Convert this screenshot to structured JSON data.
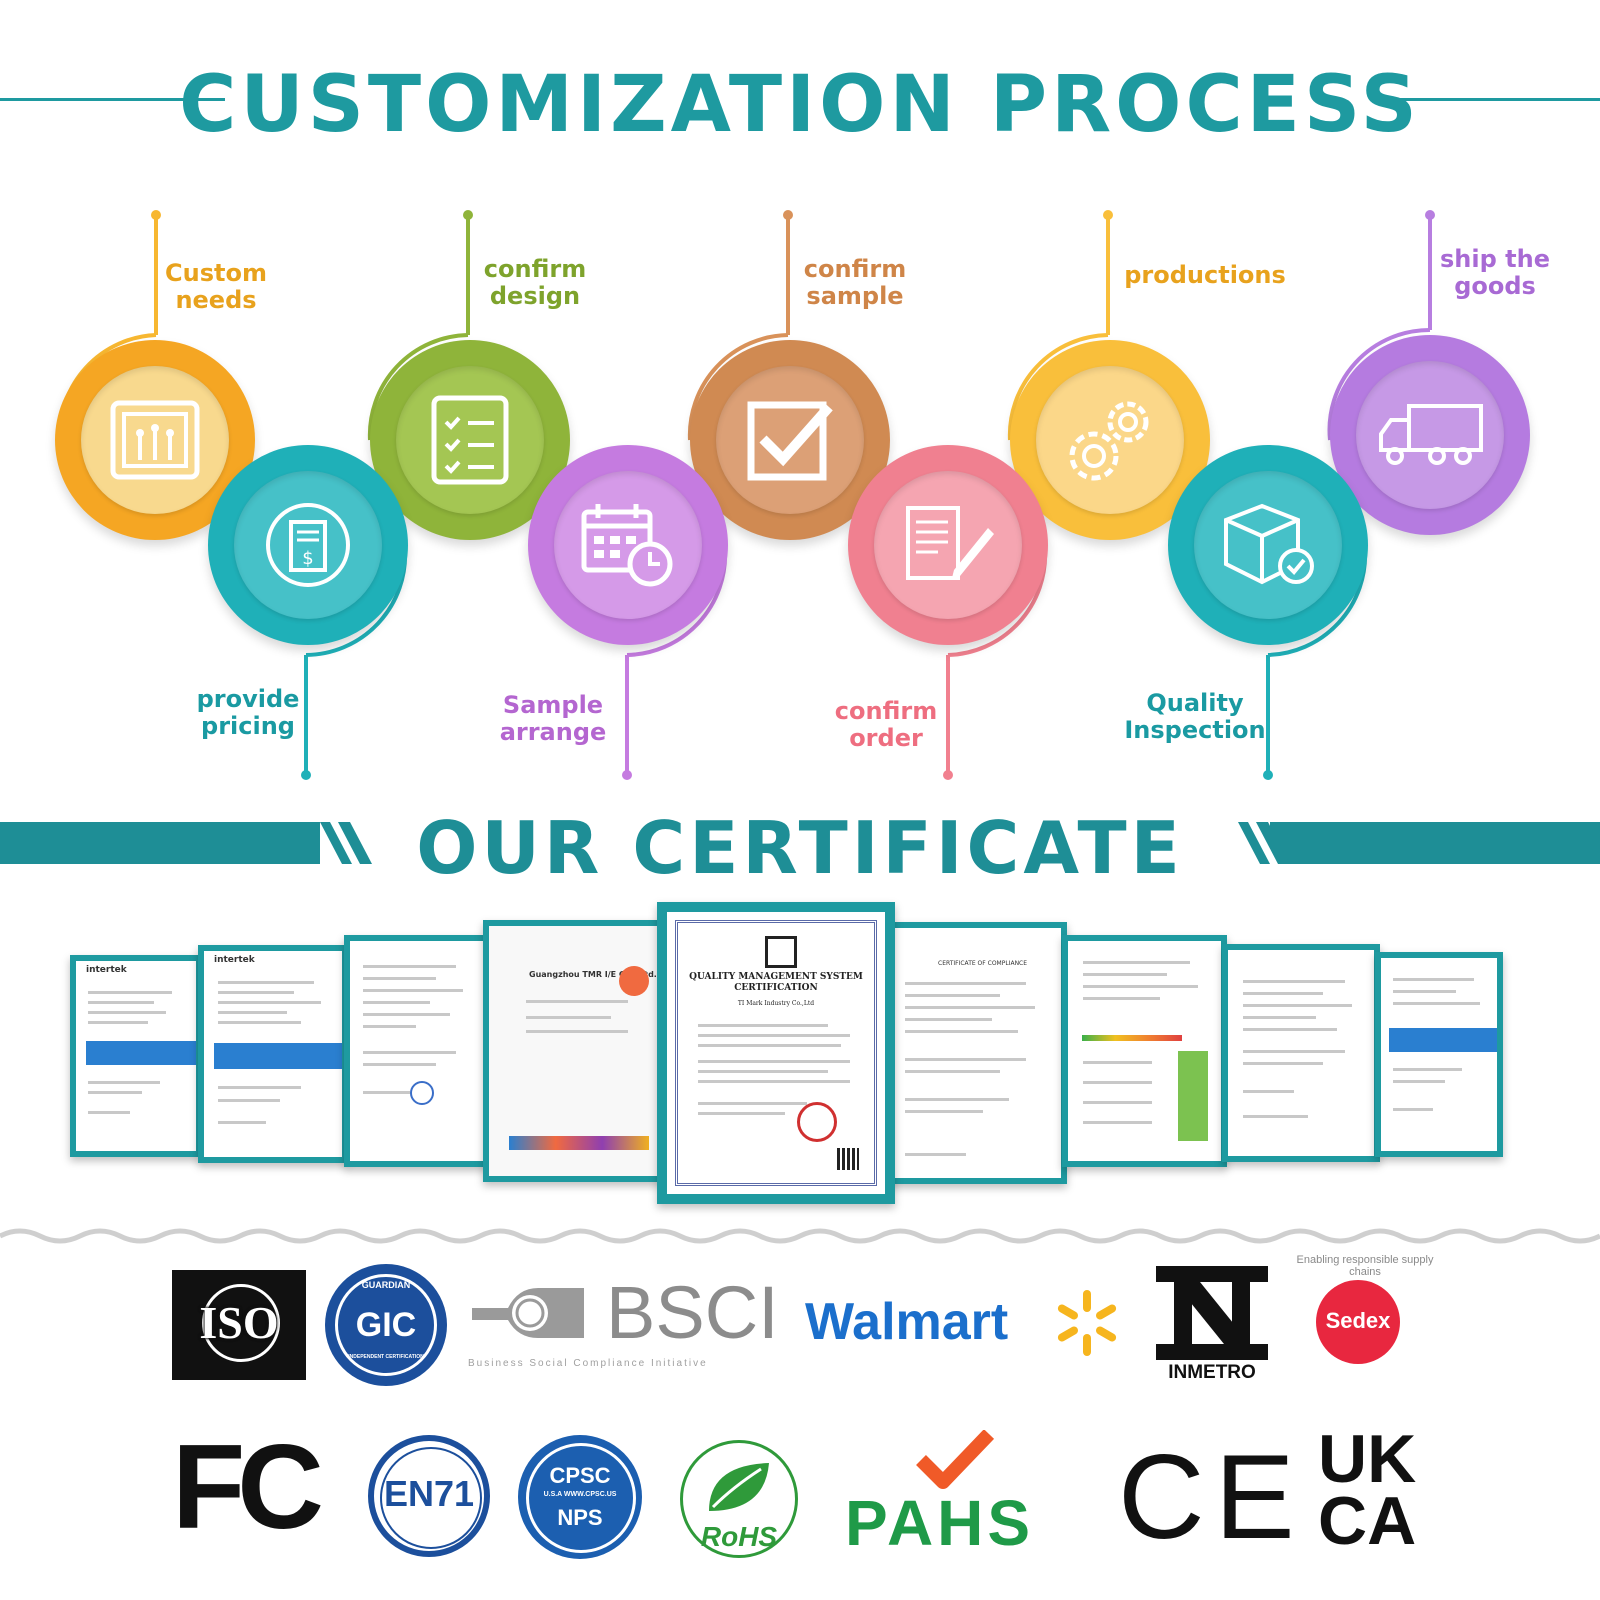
{
  "process": {
    "title": "CUSTOMIZATION PROCESS",
    "steps": [
      {
        "label": "Custom\nneeds",
        "color": "#f7b731",
        "icon": "tray-icon"
      },
      {
        "label": "provide\npricing",
        "color": "#1fb0b8",
        "icon": "price-list-icon"
      },
      {
        "label": "confirm\ndesign",
        "color": "#8fb43a",
        "icon": "checklist-icon"
      },
      {
        "label": "Sample\narrange",
        "color": "#c57be0",
        "icon": "calendar-clock-icon"
      },
      {
        "label": "confirm\nsample",
        "color": "#d9925a",
        "icon": "checkbox-icon"
      },
      {
        "label": "confirm\norder",
        "color": "#f1808f",
        "icon": "document-pen-icon"
      },
      {
        "label": "productions",
        "color": "#f9bf3b",
        "icon": "gears-icon"
      },
      {
        "label": "Quality\nInspection",
        "color": "#1fb0b8",
        "icon": "box-check-icon"
      },
      {
        "label": "ship  the\ngoods",
        "color": "#b77ee0",
        "icon": "truck-icon"
      }
    ]
  },
  "certificate": {
    "title": "OUR CERTIFICATE",
    "docs": [
      {
        "header": "intertek"
      },
      {
        "header": "intertek"
      },
      {
        "header": ""
      },
      {
        "header": "Guangzhou TMR I/E Co., Ltd."
      },
      {
        "header": "QUALITY MANAGEMENT SYSTEM CERTIFICATION"
      },
      {
        "header": "CERTIFICATE OF COMPLIANCE"
      },
      {
        "header": ""
      },
      {
        "header": ""
      },
      {
        "header": ""
      }
    ],
    "featured_sub": "TI Mark Industry Co.,Ltd"
  },
  "logos": {
    "iso": "ISO",
    "gic_top": "GUARDIAN",
    "gic_mid": "GIC",
    "gic_bottom": "INDEPENDENT CERTIFICATION",
    "bsci": "BSCI",
    "bsci_sub": "Business Social Compliance Initiative",
    "walmart": "Walmart",
    "inmetro": "INMETRO",
    "sedex": "Sedex",
    "sedex_ring": "Enabling responsible supply chains",
    "fc": "FC",
    "en71": "EN71",
    "cpsc": "CPSC",
    "cpsc_sub": "U.S.A  WWW.CPSC.US",
    "cpsc_nps": "NPS",
    "rohs": "RoHS",
    "pahs": "PAHS",
    "ce": "CE",
    "ukca_top": "UK",
    "ukca_bottom": "CA"
  }
}
